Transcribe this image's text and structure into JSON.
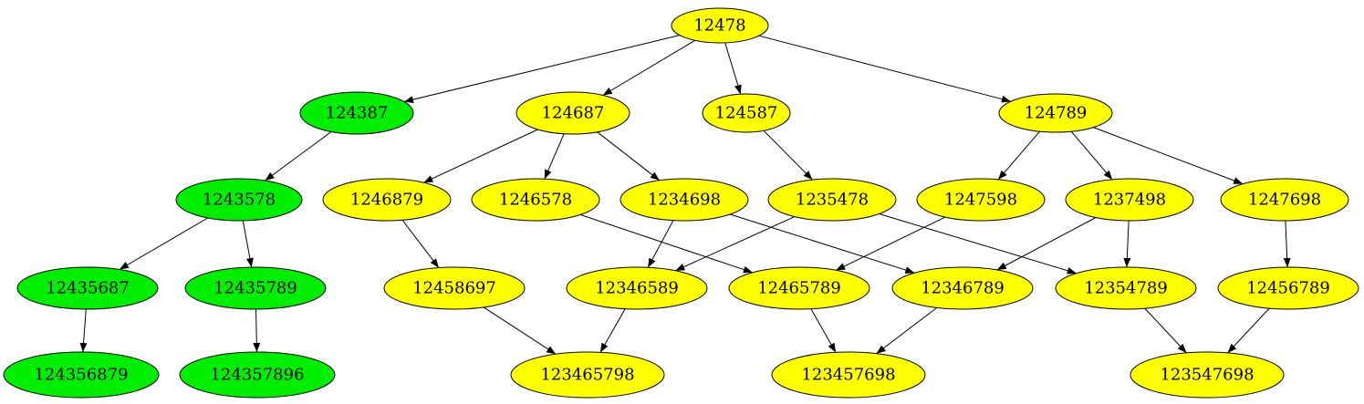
{
  "colors": {
    "highlight": "#00ee00",
    "default": "#ffff00",
    "stroke": "#000000"
  },
  "nodes": [
    {
      "id": "n12478",
      "label": "12478",
      "fill": "default"
    },
    {
      "id": "n124387",
      "label": "124387",
      "fill": "highlight"
    },
    {
      "id": "n124687",
      "label": "124687",
      "fill": "default"
    },
    {
      "id": "n124587",
      "label": "124587",
      "fill": "default"
    },
    {
      "id": "n124789",
      "label": "124789",
      "fill": "default"
    },
    {
      "id": "n1243578",
      "label": "1243578",
      "fill": "highlight"
    },
    {
      "id": "n1246879",
      "label": "1246879",
      "fill": "default"
    },
    {
      "id": "n1246578",
      "label": "1246578",
      "fill": "default"
    },
    {
      "id": "n1234698",
      "label": "1234698",
      "fill": "default"
    },
    {
      "id": "n1235478",
      "label": "1235478",
      "fill": "default"
    },
    {
      "id": "n1247598",
      "label": "1247598",
      "fill": "default"
    },
    {
      "id": "n1237498",
      "label": "1237498",
      "fill": "default"
    },
    {
      "id": "n1247698",
      "label": "1247698",
      "fill": "default"
    },
    {
      "id": "n12435687",
      "label": "12435687",
      "fill": "highlight"
    },
    {
      "id": "n12435789",
      "label": "12435789",
      "fill": "highlight"
    },
    {
      "id": "n12458697",
      "label": "12458697",
      "fill": "default"
    },
    {
      "id": "n12346589",
      "label": "12346589",
      "fill": "default"
    },
    {
      "id": "n12465789",
      "label": "12465789",
      "fill": "default"
    },
    {
      "id": "n12346789",
      "label": "12346789",
      "fill": "default"
    },
    {
      "id": "n12354789",
      "label": "12354789",
      "fill": "default"
    },
    {
      "id": "n12456789",
      "label": "12456789",
      "fill": "default"
    },
    {
      "id": "n124356879",
      "label": "124356879",
      "fill": "highlight"
    },
    {
      "id": "n124357896",
      "label": "124357896",
      "fill": "highlight"
    },
    {
      "id": "n123465798",
      "label": "123465798",
      "fill": "default"
    },
    {
      "id": "n123457698",
      "label": "123457698",
      "fill": "default"
    },
    {
      "id": "n123547698",
      "label": "123547698",
      "fill": "default"
    }
  ],
  "edges": [
    [
      "n12478",
      "n124387"
    ],
    [
      "n12478",
      "n124687"
    ],
    [
      "n12478",
      "n124587"
    ],
    [
      "n12478",
      "n124789"
    ],
    [
      "n124387",
      "n1243578"
    ],
    [
      "n124687",
      "n1246879"
    ],
    [
      "n124687",
      "n1246578"
    ],
    [
      "n124687",
      "n1234698"
    ],
    [
      "n124587",
      "n1235478"
    ],
    [
      "n124789",
      "n1247598"
    ],
    [
      "n124789",
      "n1237498"
    ],
    [
      "n124789",
      "n1247698"
    ],
    [
      "n1243578",
      "n12435687"
    ],
    [
      "n1243578",
      "n12435789"
    ],
    [
      "n1246879",
      "n12458697"
    ],
    [
      "n1246578",
      "n12465789"
    ],
    [
      "n1234698",
      "n12346589"
    ],
    [
      "n1234698",
      "n12346789"
    ],
    [
      "n1235478",
      "n12346589"
    ],
    [
      "n1235478",
      "n12354789"
    ],
    [
      "n1247598",
      "n12465789"
    ],
    [
      "n1237498",
      "n12346789"
    ],
    [
      "n1237498",
      "n12354789"
    ],
    [
      "n1247698",
      "n12456789"
    ],
    [
      "n12435687",
      "n124356879"
    ],
    [
      "n12435789",
      "n124357896"
    ],
    [
      "n12458697",
      "n123465798"
    ],
    [
      "n12346589",
      "n123465798"
    ],
    [
      "n12465789",
      "n123457698"
    ],
    [
      "n12346789",
      "n123457698"
    ],
    [
      "n12354789",
      "n123547698"
    ],
    [
      "n12456789",
      "n123547698"
    ]
  ]
}
